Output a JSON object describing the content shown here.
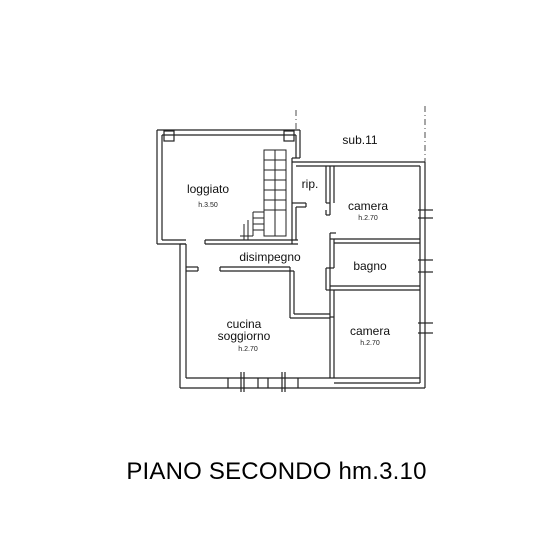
{
  "colors": {
    "wall": "#222222",
    "background": "#ffffff"
  },
  "rooms": {
    "loggiato": {
      "name": "loggiato",
      "height": "h.3.50"
    },
    "rip": {
      "name": "rip."
    },
    "camera_top": {
      "name": "camera",
      "height": "h.2.70"
    },
    "bagno": {
      "name": "bagno"
    },
    "disimpegno": {
      "name": "disimpegno"
    },
    "cucina": {
      "name_line1": "cucina",
      "name_line2": "soggiorno",
      "height": "h.2.70"
    },
    "camera_bottom": {
      "name": "camera",
      "height": "h.2.70"
    },
    "sub": {
      "name": "sub.11"
    }
  },
  "caption": "PIANO SECONDO hm.3.10"
}
